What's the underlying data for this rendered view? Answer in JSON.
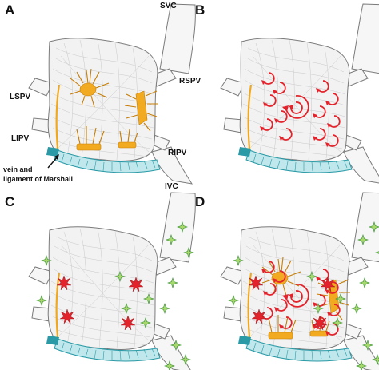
{
  "panels": [
    {
      "letter": "A",
      "layers": [
        "gp"
      ],
      "labels": true
    },
    {
      "letter": "B",
      "layers": [
        "rotors"
      ],
      "labels": false
    },
    {
      "letter": "C",
      "layers": [
        "triggers"
      ],
      "labels": false
    },
    {
      "letter": "D",
      "layers": [
        "gp",
        "rotors",
        "triggers"
      ],
      "labels": false
    }
  ],
  "labels": {
    "svc": "SVC",
    "lspv": "LSPV",
    "rspv": "RSPV",
    "lipv": "LIPV",
    "ripv": "RIPV",
    "ivc": "IVC",
    "marshall_line1": "vein and",
    "marshall_line2": "ligament of Marshall"
  },
  "colors": {
    "ganglionated_plexi": "#f2ab20",
    "rotors": "#e3232b",
    "red_triggers": "#e3232b",
    "green_triggers": "#a8d86b",
    "coronary_sinus": "#2a9aa6"
  }
}
